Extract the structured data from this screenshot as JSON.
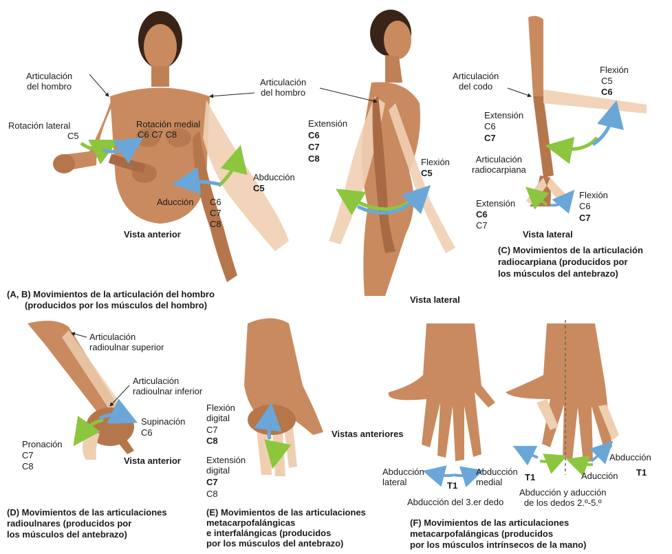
{
  "colors": {
    "skin": "#c98a5f",
    "skin_dark": "#a86a44",
    "skin_light": "#efcfb2",
    "hair": "#3a2418",
    "arrow_green": "#8cc63f",
    "arrow_blue": "#6aa7d8"
  },
  "icons": [
    "female-anterior-figure",
    "female-lateral-figure",
    "arm-lateral-figure",
    "forearm-figure",
    "hand-figure",
    "palm-figure"
  ],
  "panel_ab": {
    "shoulder_left": "Articulación\ndel hombro",
    "shoulder_right": "Articulación\ndel hombro",
    "lateral_rotation": "Rotación lateral",
    "lateral_rotation_root": "C5",
    "medial_rotation": "Rotación medial",
    "medial_rotation_roots": "C6 C7 C8",
    "abduction": "Abducción",
    "abduction_root": "C5",
    "adduction": "Aducción",
    "adduction_roots": [
      "C6",
      "C7",
      "C8"
    ],
    "view_anterior": "Vista anterior",
    "extension": "Extensión",
    "extension_roots": [
      "C6",
      "C7",
      "C8"
    ],
    "flexion": "Flexión",
    "flexion_root": "C5",
    "view_lateral": "Vista lateral",
    "caption_line1": "(A, B) Movimientos de la articulación del hombro",
    "caption_line2": "(producidos por los músculos del hombro)"
  },
  "panel_c": {
    "elbow": "Articulación\ndel codo",
    "flexion": "Flexión",
    "flexion_roots": [
      "C5",
      "C6"
    ],
    "extension": "Extensión",
    "extension_roots": [
      "C6",
      "C7"
    ],
    "wrist": "Articulación\nradiocarpiana",
    "wrist_flexion": "Flexión",
    "wrist_flexion_roots": [
      "C6",
      "C7"
    ],
    "wrist_extension": "Extensión",
    "wrist_extension_roots": [
      "C6",
      "C7"
    ],
    "view": "Vista lateral",
    "caption": "(C) Movimientos de la articulación\nradiocarpiana (producidos por\nlos músculos del antebrazo)"
  },
  "panel_d": {
    "superior": "Articulación\nradioulnar superior",
    "inferior": "Articulación\nradioulnar inferior",
    "supination": "Supinación",
    "supination_root": "C6",
    "pronation": "Pronación",
    "pronation_roots": [
      "C7",
      "C8"
    ],
    "view": "Vista anterior",
    "caption": "(D) Movimientos de las articulaciones\nradioulnares (producidos por\nlos músculos del antebrazo)"
  },
  "panel_e": {
    "flexion": "Flexión\ndigital",
    "flexion_roots": [
      "C7",
      "C8"
    ],
    "extension": "Extensión\ndigital",
    "extension_roots": [
      "C7",
      "C8"
    ],
    "caption": "(E) Movimientos de las articulaciones\nmetacarpofalángicas\ne interfalángicas (producidos\npor los músculos del antebrazo)"
  },
  "panel_f": {
    "views": "Vistas anteriores",
    "abd_lateral": "Abducción\nlateral",
    "abd_medial": "Abducción\nmedial",
    "t1_left": "T1",
    "third_finger": "Abducción del 3.er dedo",
    "t1_mid": "T1",
    "abduction": "Abducción",
    "adduction": "Aducción",
    "t1_right": "T1",
    "digits": "Abducción y aducción\nde los dedos 2.º-5.º",
    "caption": "(F) Movimientos de las articulaciones\nmetacarpofalángicas (producidos\npor los músculos intrínsecos de la mano)"
  }
}
